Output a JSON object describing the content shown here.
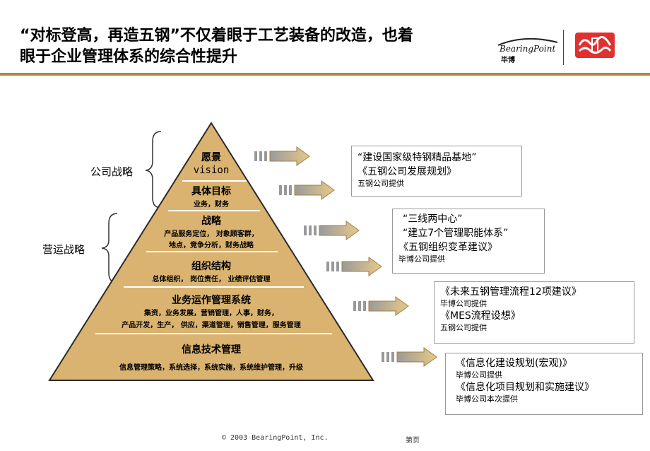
{
  "header": {
    "title_line1": "“对标登高，再造五钢”不仅着眼于工艺装备的改造，也着",
    "title_line2": "眼于企业管理体系的综合性提升"
  },
  "logos": {
    "bearingpoint_name": "BearingPoint",
    "bearingpoint_cn": "毕博",
    "partner_logo_icon": "wugang-logo-icon"
  },
  "colors": {
    "accent": "#b08a3a",
    "pyramid_fill": "#d9b36f",
    "pyramid_line": "#ffffff"
  },
  "side_labels": {
    "company_strategy": "公司战略",
    "operations_strategy": "营运战略"
  },
  "pyramid": {
    "vision_title": "愿景",
    "vision_en": "vision",
    "goals_title": "具体目标",
    "goals_sub": "业务，财务",
    "strategy_title": "战略",
    "strategy_sub1": "产品服务定位，  对象顾客群，",
    "strategy_sub2": "地点，竞争分析，财务战略",
    "org_title": "组织结构",
    "org_sub": "总体组织，  岗位责任，  业绩评估管理",
    "ops_title": "业务运作管理系统",
    "ops_sub1": "集资，业务发展，营销管理，人事，财务，",
    "ops_sub2": "产品开发，生产，   供应，渠道管理，销售管理，服务管理",
    "it_title": "信息技术管理",
    "it_sub": "信息管理策略，系统选择，系统实施，系统维护管理，升级"
  },
  "boxes": {
    "b1_l1": "“建设国家级特钢精品基地”",
    "b1_l2": "《五钢公司发展规划》",
    "b1_src": "五钢公司提供",
    "b2_l1": "“三线两中心”",
    "b2_l2": "“建立7个管理职能体系”",
    "b2_l3": "《五钢组织变革建议》",
    "b2_src": "毕博公司提供",
    "b3_l1": "《未来五钢管理流程12项建议》",
    "b3_src1": "毕博公司提供",
    "b3_l2": "《MES流程设想》",
    "b3_src2": "五钢公司提供",
    "b4_l1": "《信息化建设规划(宏观)》",
    "b4_src1": "毕博公司提供",
    "b4_l2": "《信息化项目规划和实施建议》",
    "b4_src2": "毕博公司本次提供"
  },
  "footer": {
    "copyright": "© 2003 BearingPoint, Inc.",
    "page": "第页"
  }
}
